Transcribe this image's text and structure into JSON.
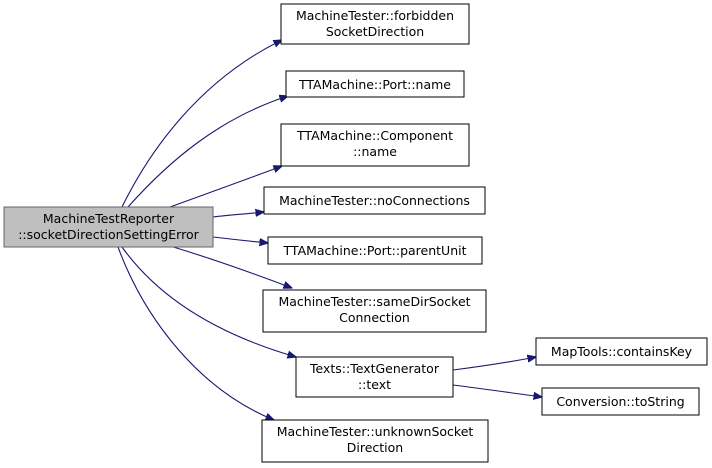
{
  "nodes": {
    "root": [
      "MachineTestReporter",
      "::socketDirectionSettingError"
    ],
    "forbidden": [
      "MachineTester::forbidden",
      "SocketDirection"
    ],
    "port_name": [
      "TTAMachine::Port::name"
    ],
    "component_name": [
      "TTAMachine::Component",
      "::name"
    ],
    "no_connections": [
      "MachineTester::noConnections"
    ],
    "parent_unit": [
      "TTAMachine::Port::parentUnit"
    ],
    "same_dir": [
      "MachineTester::sameDirSocket",
      "Connection"
    ],
    "text_gen": [
      "Texts::TextGenerator",
      "::text"
    ],
    "unknown": [
      "MachineTester::unknownSocket",
      "Direction"
    ],
    "contains_key": [
      "MapTools::containsKey"
    ],
    "to_string": [
      "Conversion::toString"
    ]
  },
  "colors": {
    "edge": "#191970",
    "focus_fill": "#bfbfbf",
    "focus_stroke": "#666666"
  }
}
